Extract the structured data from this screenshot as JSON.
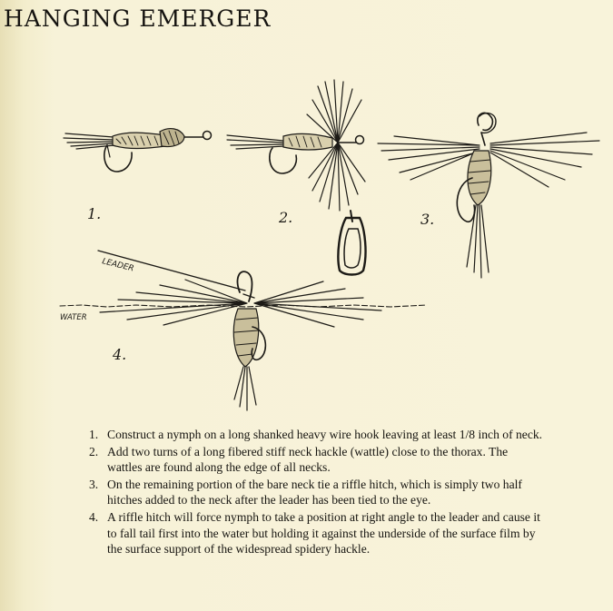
{
  "title": "HANGING EMERGER",
  "figure": {
    "step_labels": [
      "1.",
      "2.",
      "3.",
      "4."
    ],
    "leader_label": "LEADER",
    "water_label": "WATER"
  },
  "steps": [
    {
      "num": "1.",
      "text": "Construct a nymph on a long shanked heavy wire hook leaving at least 1/8 inch of neck."
    },
    {
      "num": "2.",
      "text": "Add two turns of a long fibered stiff neck hackle (wattle) close to the thorax. The wattles are found along the edge of all necks."
    },
    {
      "num": "3.",
      "text": "On the remaining portion of the bare neck tie a riffle hitch, which is simply two half hitches added to the neck after the leader has been tied to the eye."
    },
    {
      "num": "4.",
      "text": "A riffle hitch will force nymph to take a position at right angle to the leader and cause it to fall tail first into the water but holding it against the underside of the surface film by the surface support of the widespread spidery hackle."
    }
  ],
  "colors": {
    "paper": "#f7f2d8",
    "ink": "#161410"
  }
}
